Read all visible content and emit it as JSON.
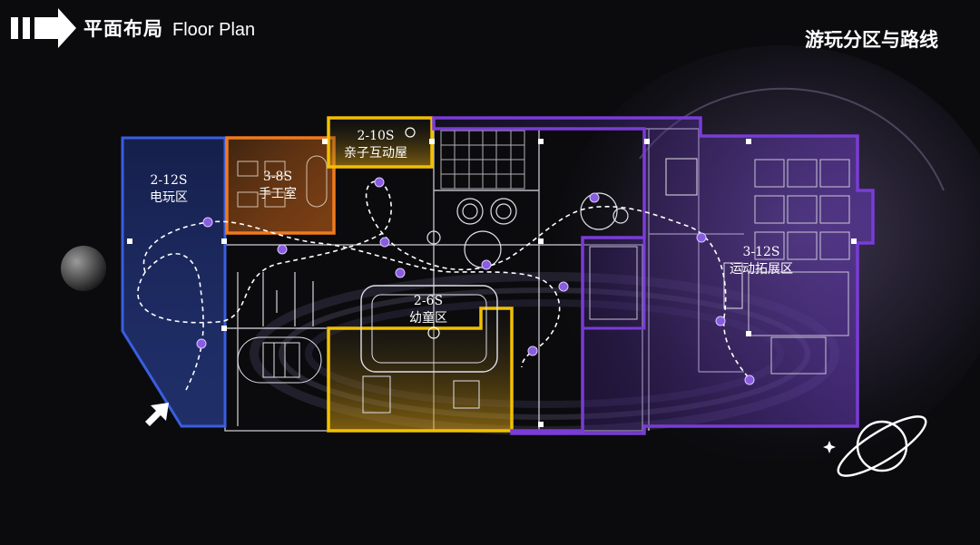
{
  "header": {
    "title_cn": "平面布局",
    "title_en": "Floor Plan",
    "section_title": "游玩分区与路线"
  },
  "zones": [
    {
      "code": "2-12S",
      "name": "电玩区",
      "color": "#3356c8"
    },
    {
      "code": "3-8S",
      "name": "手工室",
      "color": "#f07a1e"
    },
    {
      "code": "2-10S",
      "name": "亲子互动屋",
      "color": "#f2c000"
    },
    {
      "code": "2-6S",
      "name": "幼童区",
      "color": "#f2c000"
    },
    {
      "code": "3-12S",
      "name": "运动拓展区",
      "color": "#7a3cd6"
    }
  ],
  "colors": {
    "background": "#0b0b0e",
    "route": "#ffffff",
    "route_marker": "#8a5ce0",
    "plan_lines": "#d8d8e0"
  },
  "icons": [
    "play-arrow-icon",
    "entrance-arrow-icon",
    "planet-icon",
    "sparkle-icon"
  ]
}
